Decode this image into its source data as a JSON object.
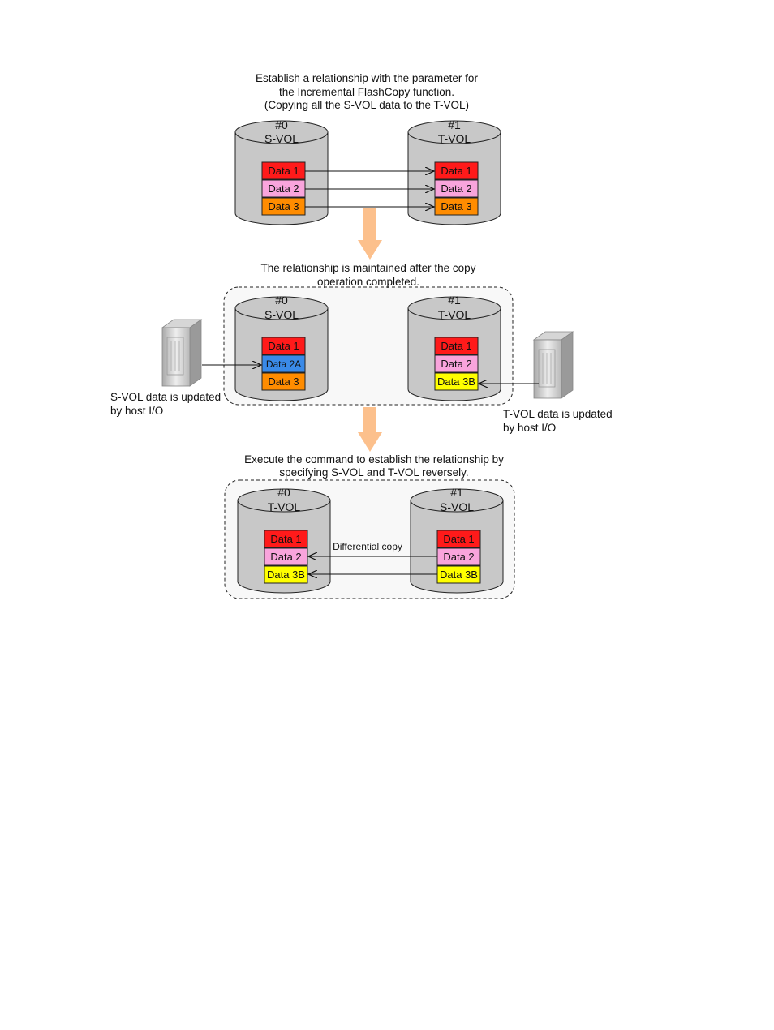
{
  "colors": {
    "red": "#ff1a1a",
    "pink": "#f9a4dc",
    "orange": "#ff8c00",
    "blue": "#3a8ae8",
    "yellow": "#ffff00",
    "flow_arrow": "#fcc08c",
    "cylinder": "#c8c8c8"
  },
  "stage1": {
    "caption_line1": "Establish a relationship with the parameter for",
    "caption_line2": "the Incremental FlashCopy function.",
    "caption_line3": "(Copying all the S-VOL data to the T-VOL)",
    "left": {
      "num": "#0",
      "role": "S-VOL",
      "blocks": [
        "Data 1",
        "Data 2",
        "Data 3"
      ]
    },
    "right": {
      "num": "#1",
      "role": "T-VOL",
      "blocks": [
        "Data 1",
        "Data 2",
        "Data 3"
      ]
    }
  },
  "stage2": {
    "caption_line1": "The relationship is maintained after the copy",
    "caption_line2": "operation completed.",
    "left": {
      "num": "#0",
      "role": "S-VOL",
      "blocks": [
        "Data 1",
        "Data 2A",
        "Data 3"
      ]
    },
    "right": {
      "num": "#1",
      "role": "T-VOL",
      "blocks": [
        "Data 1",
        "Data 2",
        "Data 3B"
      ]
    },
    "left_host_line1": "S-VOL data is updated",
    "left_host_line2": "by host I/O",
    "right_host_line1": "T-VOL data is updated",
    "right_host_line2": "by host I/O"
  },
  "stage3": {
    "caption_line1": "Execute the command to establish the relationship by",
    "caption_line2": "specifying S-VOL and T-VOL reversely.",
    "left": {
      "num": "#0",
      "role": "T-VOL",
      "blocks": [
        "Data 1",
        "Data 2",
        "Data 3B"
      ]
    },
    "right": {
      "num": "#1",
      "role": "S-VOL",
      "blocks": [
        "Data 1",
        "Data 2",
        "Data 3B"
      ]
    },
    "copy_label": "Differential copy"
  }
}
